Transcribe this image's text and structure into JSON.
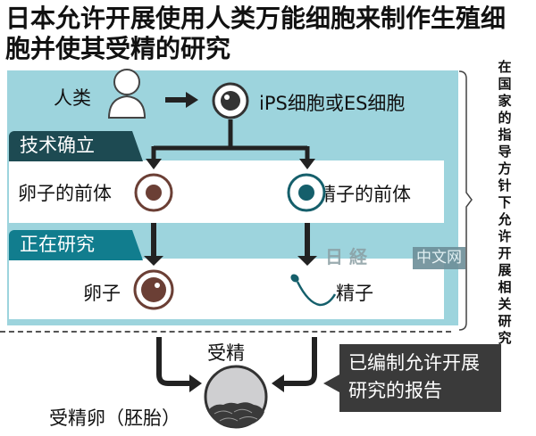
{
  "title": "日本允许开展使用人类万能细胞来制作生殖细胞并使其受精的研究",
  "stages": {
    "established_tag": "技术确立",
    "researching_tag": "正在研究"
  },
  "nodes": {
    "human": "人类",
    "stem_cells": "iPS细胞或ES细胞",
    "egg_precursor": "卵子的前体",
    "sperm_precursor": "精子的前体",
    "egg": "卵子",
    "sperm": "精子",
    "fertilization": "受精",
    "embryo": "受精卵（胚胎）"
  },
  "side_note": "在国家的指导方针下允许开展相关研究",
  "callout": {
    "line1": "已编制允许开展",
    "line2": "研究的报告"
  },
  "watermark": {
    "text": "中文网"
  },
  "colors": {
    "panel": "#9dd4dd",
    "tag_established": "#1d4a52",
    "tag_researching": "#117d8e",
    "egg": "#6b3f35",
    "sperm": "#155f6b",
    "callout": "#3a3a3a"
  }
}
